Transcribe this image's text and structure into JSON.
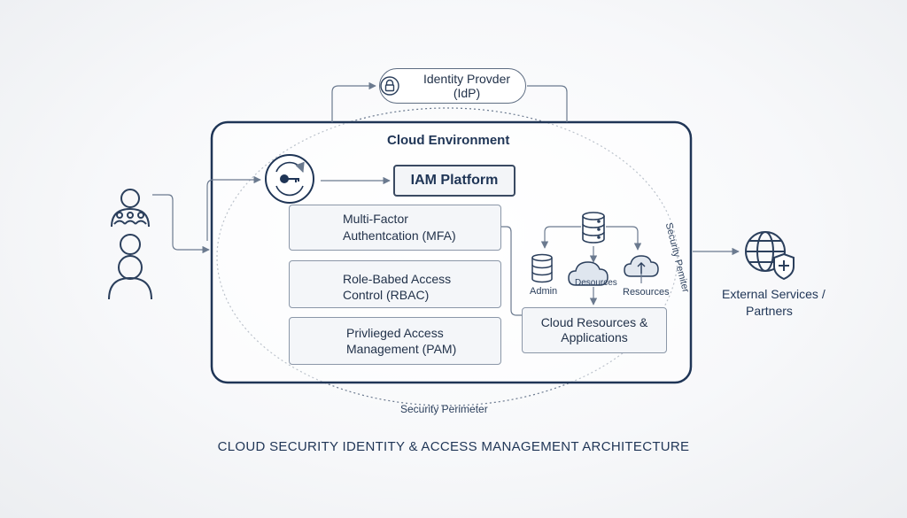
{
  "idp": {
    "label": "Identity Provder (IdP)"
  },
  "cloud": {
    "title": "Cloud Environment"
  },
  "iam": {
    "label": "IAM Platform"
  },
  "mfa": {
    "line1": "Multi-Factor",
    "line2": "Authentcation (MFA)"
  },
  "rbac": {
    "line1": "Role-Babed Access",
    "line2": "Control (RBAC)"
  },
  "pam": {
    "line1": "Privlieged Access",
    "line2": "Management (PAM)"
  },
  "resources": {
    "admin": "Admin",
    "desources": "Desources",
    "resources": "Resources",
    "box_line1": "Cloud Resources &",
    "box_line2": "Applications"
  },
  "perimeter": {
    "right_label": "Security Pemiter",
    "bottom_label": "Security Perimeter"
  },
  "external": {
    "line1": "External Services /",
    "line2": "Partners"
  },
  "footer": {
    "title": "CLOUD SECURITY IDENTITY & ACCESS MANAGEMENT ARCHITECTURE"
  },
  "colors": {
    "navy": "#1f3556",
    "line": "#7d8a9c",
    "box_fill": "#f4f6f9",
    "accent": "#5e7ea5"
  }
}
